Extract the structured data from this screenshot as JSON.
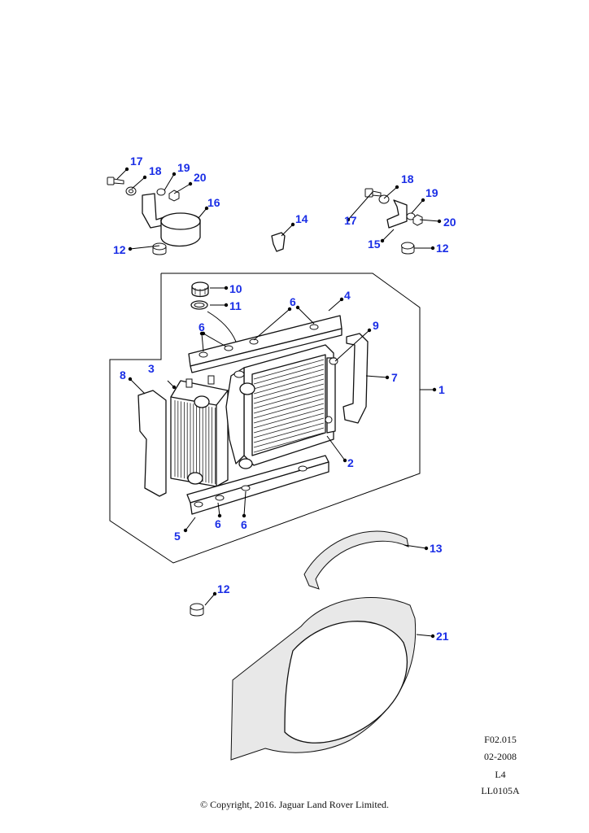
{
  "callouts": {
    "c1": "1",
    "c2": "2",
    "c3": "3",
    "c4": "4",
    "c5": "5",
    "c6a": "6",
    "c6b": "6",
    "c6c": "6",
    "c6d": "6",
    "c7": "7",
    "c8": "8",
    "c9": "9",
    "c10": "10",
    "c11": "11",
    "c12a": "12",
    "c12b": "12",
    "c12c": "12",
    "c13": "13",
    "c14": "14",
    "c15": "15",
    "c16": "16",
    "c17a": "17",
    "c17b": "17",
    "c18a": "18",
    "c18b": "18",
    "c19a": "19",
    "c19b": "19",
    "c20a": "20",
    "c20b": "20",
    "c21": "21"
  },
  "meta": {
    "figure_code": "F02.015",
    "date": "02-2008",
    "engine": "L4",
    "drawing_ref": "LL0105A"
  },
  "copyright": "© Copyright, 2016. Jaguar Land Rover Limited.",
  "colors": {
    "callout": "#1a2ee6",
    "line": "#111111"
  }
}
